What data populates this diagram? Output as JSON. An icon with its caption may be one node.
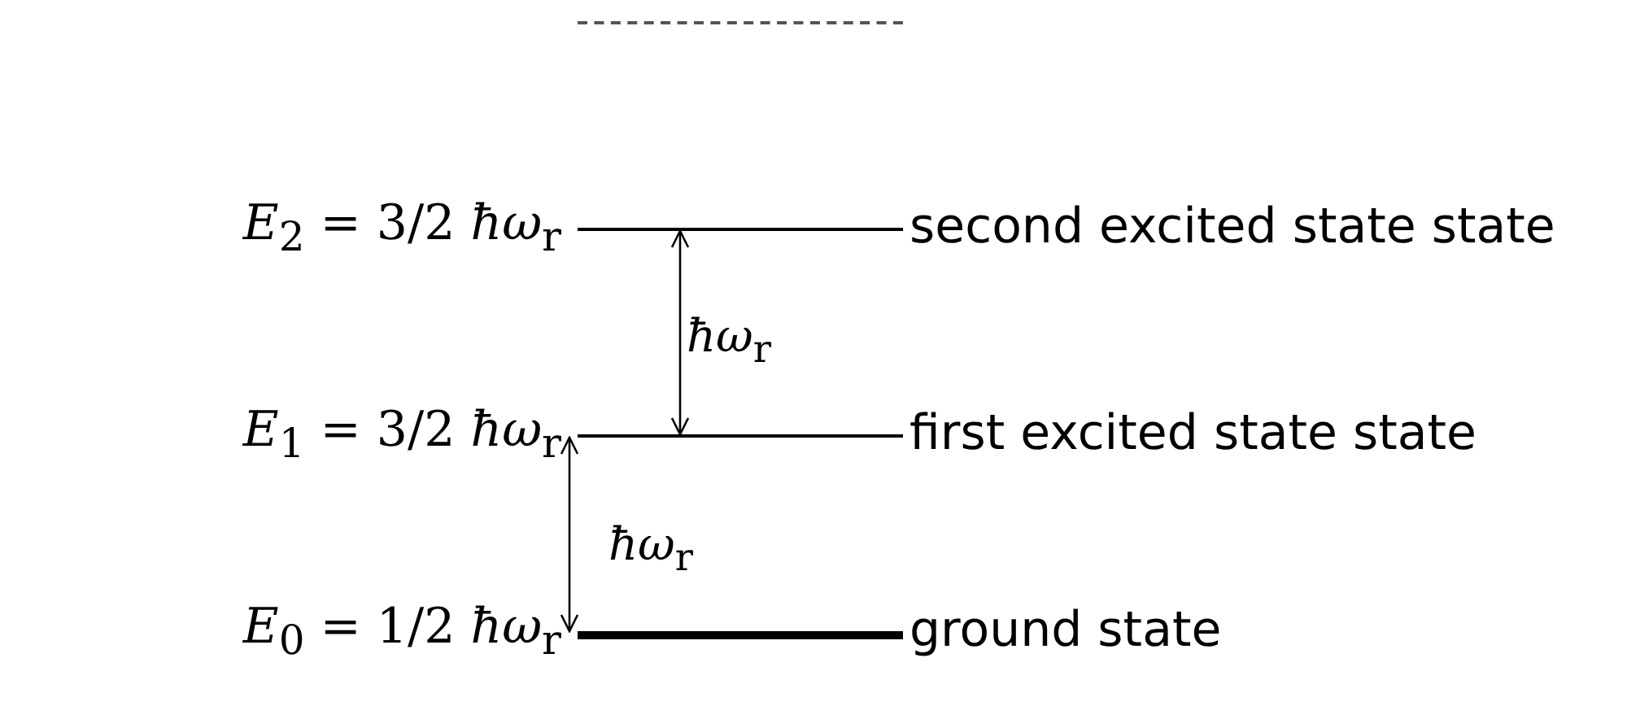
{
  "diagram": {
    "nodes": [
      {
        "text": [],
        "shape": "bar"
      },
      {
        "text": [],
        "shape": "bar",
        "beside": [
          "*E*$_{2}$ = 3/2 *ħω*$_{r}$",
          "second excited state state"
        ]
      },
      {
        "text": [],
        "shape": "bar",
        "beside": [
          "*E*$_{1}$ = 3/2 *ħω*$_{r}$",
          "first excited state state"
        ]
      },
      {
        "text": [],
        "shape": "bar",
        "beside": [
          "*E*$_{0}$ = 1/2 *ħω*$_{r}$",
          "ground state"
        ]
      }
    ],
    "edges": [
      {
        "from": 1,
        "to": 2,
        "arrow": "both",
        "label": "*ħω*$_{r}$"
      },
      {
        "from": 2,
        "to": 3,
        "arrow": "both",
        "label": "*ħω*$_{r}$"
      }
    ]
  }
}
